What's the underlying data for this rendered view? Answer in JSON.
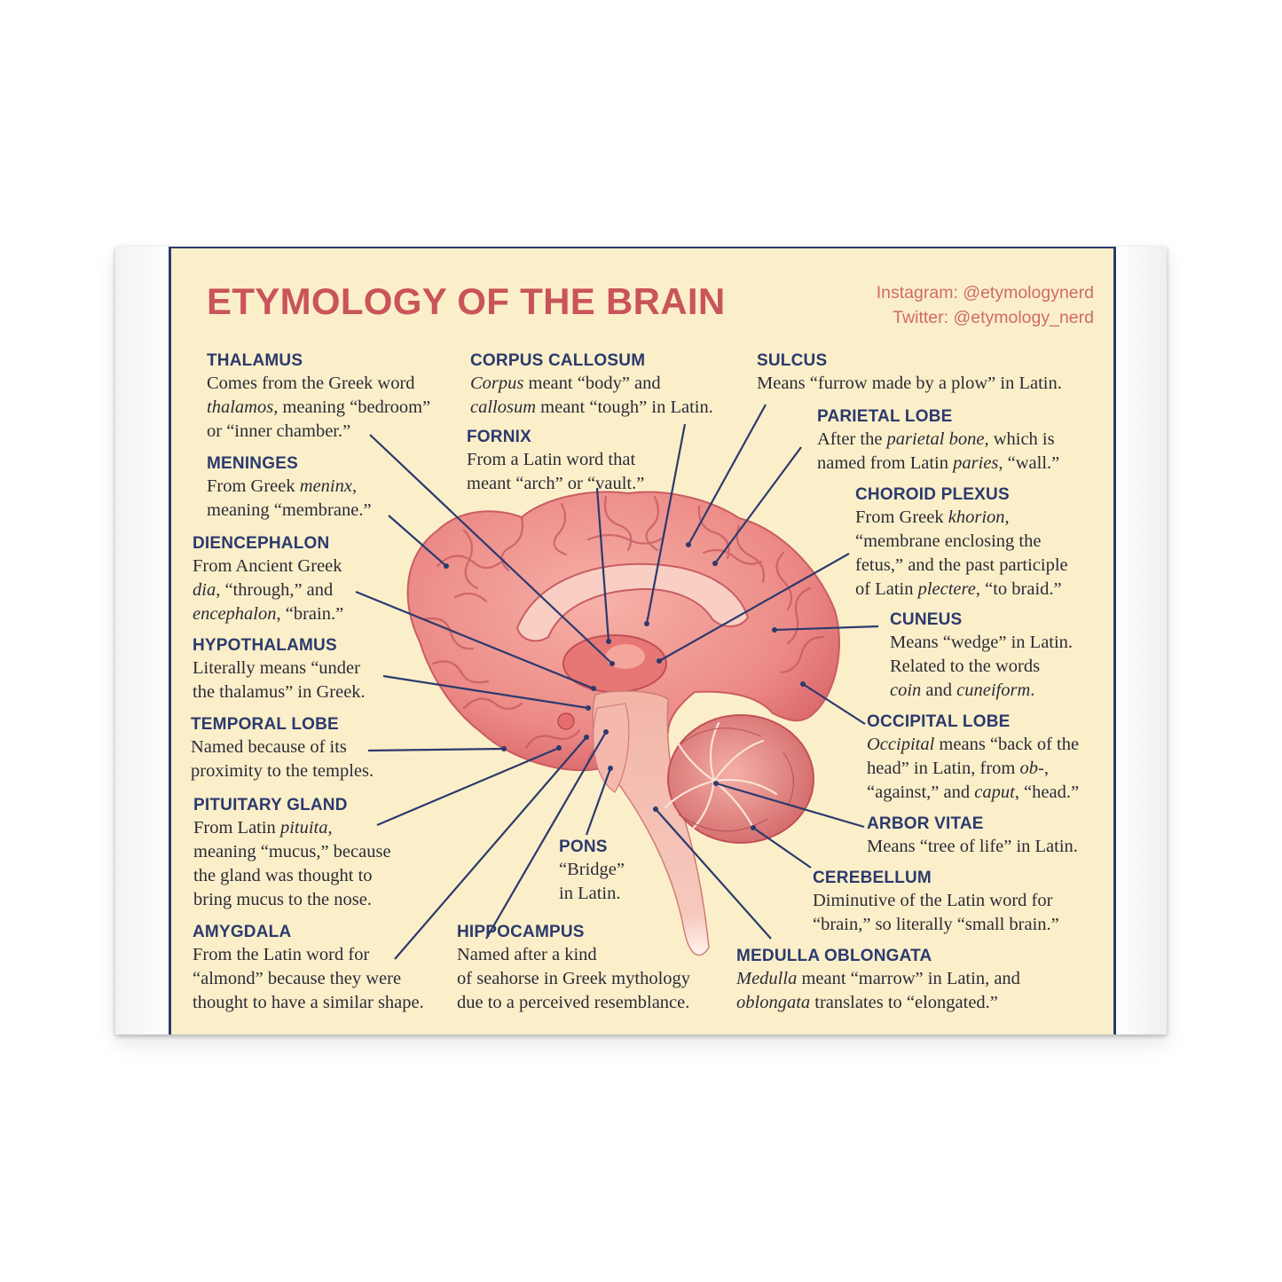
{
  "title": "ETYMOLOGY OF THE BRAIN",
  "social": {
    "instagram": "Instagram: @etymologynerd",
    "twitter": "Twitter: @etymology_nerd"
  },
  "entries": {
    "thalamus": {
      "heading": "THALAMUS",
      "lines": [
        [
          {
            "t": "Comes from the Greek word"
          }
        ],
        [
          {
            "t": "thalamos",
            "i": true
          },
          {
            "t": ", meaning “bedroom”"
          }
        ],
        [
          {
            "t": "or “inner chamber.”"
          }
        ]
      ]
    },
    "corpus_callosum": {
      "heading": "CORPUS CALLOSUM",
      "lines": [
        [
          {
            "t": "Corpus",
            "i": true
          },
          {
            "t": " meant “body” and"
          }
        ],
        [
          {
            "t": "callosum",
            "i": true
          },
          {
            "t": " meant “tough” in Latin."
          }
        ]
      ]
    },
    "sulcus": {
      "heading": "SULCUS",
      "lines": [
        [
          {
            "t": "Means “furrow made by a plow” in Latin."
          }
        ]
      ]
    },
    "fornix": {
      "heading": "FORNIX",
      "lines": [
        [
          {
            "t": "From a Latin word that"
          }
        ],
        [
          {
            "t": "meant “arch” or “vault.”"
          }
        ]
      ]
    },
    "parietal_lobe": {
      "heading": "PARIETAL LOBE",
      "lines": [
        [
          {
            "t": "After the "
          },
          {
            "t": "parietal bone",
            "i": true
          },
          {
            "t": ", which is"
          }
        ],
        [
          {
            "t": "named from Latin "
          },
          {
            "t": "paries",
            "i": true
          },
          {
            "t": ", “wall.”"
          }
        ]
      ]
    },
    "meninges": {
      "heading": "MENINGES",
      "lines": [
        [
          {
            "t": "From Greek "
          },
          {
            "t": "meninx",
            "i": true
          },
          {
            "t": ","
          }
        ],
        [
          {
            "t": "meaning “membrane.”"
          }
        ]
      ]
    },
    "choroid_plexus": {
      "heading": "CHOROID PLEXUS",
      "lines": [
        [
          {
            "t": "From Greek "
          },
          {
            "t": "khorion",
            "i": true
          },
          {
            "t": ","
          }
        ],
        [
          {
            "t": "“membrane enclosing the"
          }
        ],
        [
          {
            "t": "fetus,” and the past participle"
          }
        ],
        [
          {
            "t": "of Latin "
          },
          {
            "t": "plectere",
            "i": true
          },
          {
            "t": ", “to braid.”"
          }
        ]
      ]
    },
    "diencephalon": {
      "heading": "DIENCEPHALON",
      "lines": [
        [
          {
            "t": "From Ancient Greek"
          }
        ],
        [
          {
            "t": "dia",
            "i": true
          },
          {
            "t": ", “through,” and"
          }
        ],
        [
          {
            "t": "encephalon",
            "i": true
          },
          {
            "t": ", “brain.”"
          }
        ]
      ]
    },
    "cuneus": {
      "heading": "CUNEUS",
      "lines": [
        [
          {
            "t": "Means “wedge” in Latin."
          }
        ],
        [
          {
            "t": "Related to the words"
          }
        ],
        [
          {
            "t": "coin",
            "i": true
          },
          {
            "t": " and "
          },
          {
            "t": "cuneiform",
            "i": true
          },
          {
            "t": "."
          }
        ]
      ]
    },
    "hypothalamus": {
      "heading": "HYPOTHALAMUS",
      "lines": [
        [
          {
            "t": "Literally means “under"
          }
        ],
        [
          {
            "t": "the thalamus” in Greek."
          }
        ]
      ]
    },
    "temporal_lobe": {
      "heading": "TEMPORAL LOBE",
      "lines": [
        [
          {
            "t": "Named because of its"
          }
        ],
        [
          {
            "t": "proximity to the temples."
          }
        ]
      ]
    },
    "occipital_lobe": {
      "heading": "OCCIPITAL LOBE",
      "lines": [
        [
          {
            "t": "Occipital",
            "i": true
          },
          {
            "t": " means “back of the"
          }
        ],
        [
          {
            "t": "head” in Latin, from "
          },
          {
            "t": "ob-",
            "i": true
          },
          {
            "t": ","
          }
        ],
        [
          {
            "t": "“against,” and "
          },
          {
            "t": "caput",
            "i": true
          },
          {
            "t": ", “head.”"
          }
        ]
      ]
    },
    "pituitary_gland": {
      "heading": "PITUITARY GLAND",
      "lines": [
        [
          {
            "t": "From Latin "
          },
          {
            "t": "pituita",
            "i": true
          },
          {
            "t": ","
          }
        ],
        [
          {
            "t": "meaning “mucus,” because"
          }
        ],
        [
          {
            "t": "the gland was thought to"
          }
        ],
        [
          {
            "t": "bring mucus to the nose."
          }
        ]
      ]
    },
    "arbor_vitae": {
      "heading": "ARBOR VITAE",
      "lines": [
        [
          {
            "t": "Means “tree of life” in Latin."
          }
        ]
      ]
    },
    "pons": {
      "heading": "PONS",
      "lines": [
        [
          {
            "t": "“Bridge”"
          }
        ],
        [
          {
            "t": "in Latin."
          }
        ]
      ]
    },
    "cerebellum": {
      "heading": "CEREBELLUM",
      "lines": [
        [
          {
            "t": "Diminutive of the Latin word for"
          }
        ],
        [
          {
            "t": "“brain,” so literally “small brain.”"
          }
        ]
      ]
    },
    "amygdala": {
      "heading": "AMYGDALA",
      "lines": [
        [
          {
            "t": "From the Latin word for"
          }
        ],
        [
          {
            "t": "“almond” because they were"
          }
        ],
        [
          {
            "t": "thought to have a similar shape."
          }
        ]
      ]
    },
    "hippocampus": {
      "heading": "HIPPOCAMPUS",
      "lines": [
        [
          {
            "t": "Named after a kind"
          }
        ],
        [
          {
            "t": "of seahorse in Greek mythology"
          }
        ],
        [
          {
            "t": "due to a perceived resemblance."
          }
        ]
      ]
    },
    "medulla_oblongata": {
      "heading": "MEDULLA OBLONGATA",
      "lines": [
        [
          {
            "t": "Medulla",
            "i": true
          },
          {
            "t": " meant “marrow” in Latin, and"
          }
        ],
        [
          {
            "t": "oblongata",
            "i": true
          },
          {
            "t": " translates to “elongated.”"
          }
        ]
      ]
    }
  },
  "colors": {
    "title": "#c9545a",
    "heading": "#2b3a6e",
    "body": "#2b2b38",
    "poster_background": "#fbefc9",
    "brain": "#ec8a86",
    "leader_line": "#2b3a6e"
  }
}
